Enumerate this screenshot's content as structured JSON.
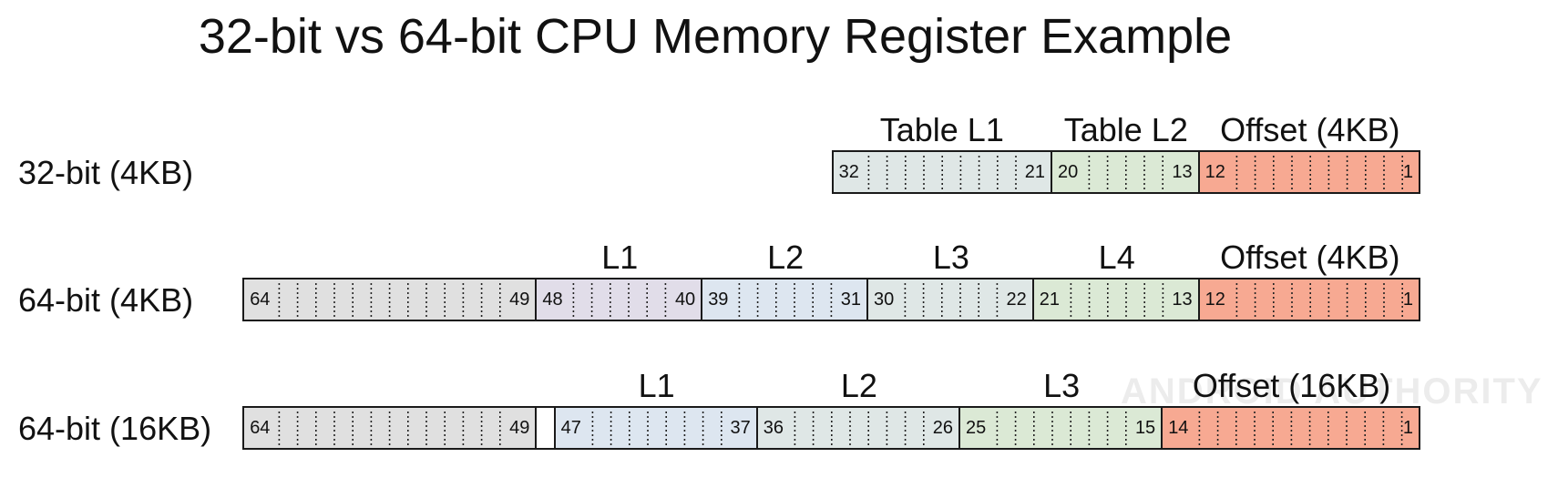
{
  "title": "32-bit vs 64-bit CPU Memory Register Example",
  "watermark": "ANDROID AUTHORITY",
  "rows": [
    {
      "label": "32-bit (4KB)",
      "segments": [
        {
          "title": "Table L1",
          "hi": "32",
          "lo": "21",
          "bits": 12,
          "color": "#dfe7e6"
        },
        {
          "title": "Table L2",
          "hi": "20",
          "lo": "13",
          "bits": 8,
          "color": "#dbe9d5"
        },
        {
          "title": "Offset (4KB)",
          "hi": "12",
          "lo": "1",
          "bits": 12,
          "color": "#f7a992"
        }
      ]
    },
    {
      "label": "64-bit (4KB)",
      "segments": [
        {
          "title": "",
          "hi": "64",
          "lo": "49",
          "bits": 16,
          "color": "#e0e0e0"
        },
        {
          "title": "L1",
          "hi": "48",
          "lo": "40",
          "bits": 9,
          "color": "#e1dde9"
        },
        {
          "title": "L2",
          "hi": "39",
          "lo": "31",
          "bits": 9,
          "color": "#dde6f0"
        },
        {
          "title": "L3",
          "hi": "30",
          "lo": "22",
          "bits": 9,
          "color": "#dfe7e6"
        },
        {
          "title": "L4",
          "hi": "21",
          "lo": "13",
          "bits": 9,
          "color": "#dbe9d5"
        },
        {
          "title": "Offset (4KB)",
          "hi": "12",
          "lo": "1",
          "bits": 12,
          "color": "#f7a992"
        }
      ]
    },
    {
      "label": "64-bit (16KB)",
      "segments": [
        {
          "title": "",
          "hi": "64",
          "lo": "49",
          "bits": 16,
          "color": "#e0e0e0"
        },
        {
          "title": "",
          "hi": "",
          "lo": "",
          "bits": 1,
          "color": "#ffffff"
        },
        {
          "title": "L1",
          "hi": "47",
          "lo": "37",
          "bits": 11,
          "color": "#dde6f0"
        },
        {
          "title": "L2",
          "hi": "36",
          "lo": "26",
          "bits": 11,
          "color": "#dfe7e6"
        },
        {
          "title": "L3",
          "hi": "25",
          "lo": "15",
          "bits": 11,
          "color": "#dbe9d5"
        },
        {
          "title": "Offset (16KB)",
          "hi": "14",
          "lo": "1",
          "bits": 14,
          "color": "#f7a992"
        }
      ]
    }
  ]
}
